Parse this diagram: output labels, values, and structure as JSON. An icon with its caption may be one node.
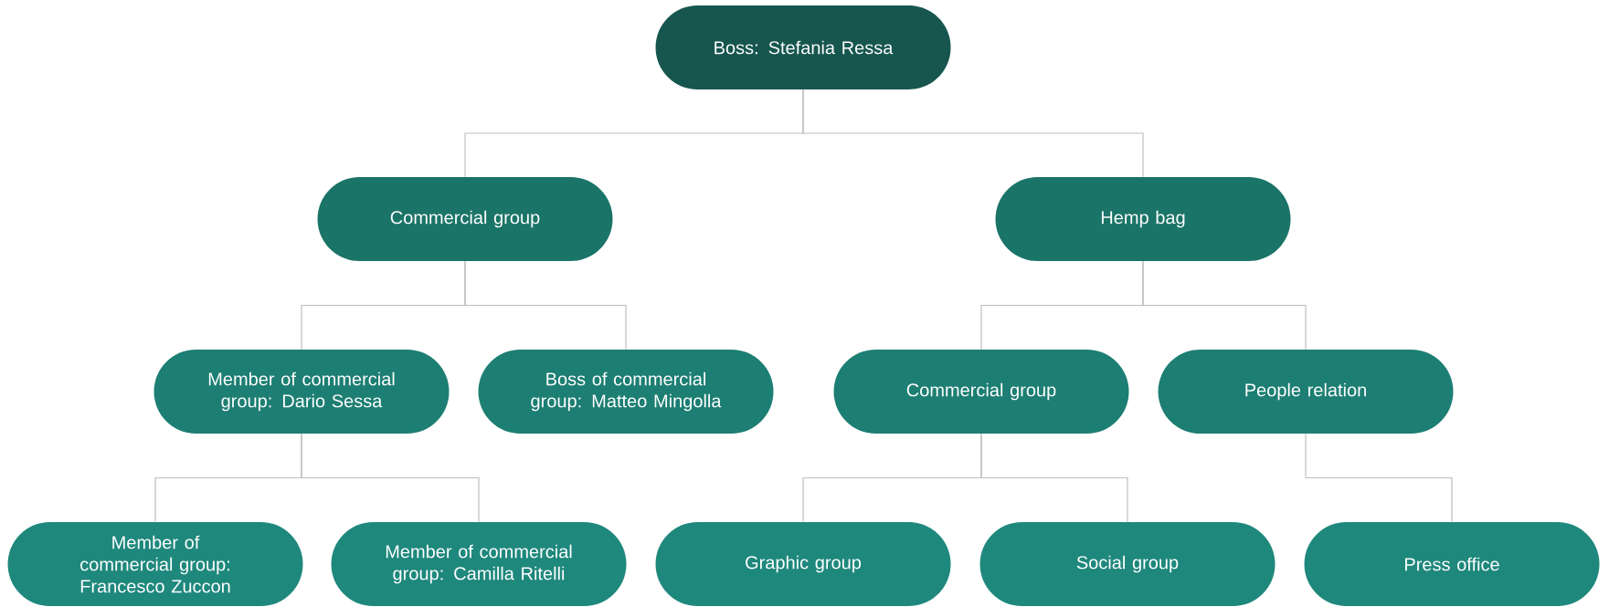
{
  "diagram": {
    "nodes": [
      {
        "text": [
          "Boss: Stefania Ressa"
        ]
      },
      {
        "text": [
          "Commercial group"
        ]
      },
      {
        "text": [
          "Hemp bag"
        ]
      },
      {
        "text": [
          "Member of commercial group: Dario Sessa"
        ]
      },
      {
        "text": [
          "Boss of commercial group: Matteo Mingolla"
        ]
      },
      {
        "text": [
          "Commercial group"
        ]
      },
      {
        "text": [
          "People relation"
        ]
      },
      {
        "text": [
          "Member of commercial group: Francesco Zuccon"
        ]
      },
      {
        "text": [
          "Member of commercial group: Camilla Ritelli"
        ]
      },
      {
        "text": [
          "Graphic group"
        ]
      },
      {
        "text": [
          "Social group"
        ]
      },
      {
        "text": [
          "Press office"
        ]
      }
    ],
    "edges": [
      {
        "from": 0,
        "to": 1,
        "arrow": "none"
      },
      {
        "from": 0,
        "to": 2,
        "arrow": "none"
      },
      {
        "from": 1,
        "to": 3,
        "arrow": "none"
      },
      {
        "from": 1,
        "to": 4,
        "arrow": "none"
      },
      {
        "from": 2,
        "to": 5,
        "arrow": "none"
      },
      {
        "from": 2,
        "to": 6,
        "arrow": "none"
      },
      {
        "from": 3,
        "to": 7,
        "arrow": "none"
      },
      {
        "from": 3,
        "to": 8,
        "arrow": "none"
      },
      {
        "from": 5,
        "to": 9,
        "arrow": "none"
      },
      {
        "from": 5,
        "to": 10,
        "arrow": "none"
      },
      {
        "from": 6,
        "to": 11,
        "arrow": "none"
      }
    ]
  }
}
